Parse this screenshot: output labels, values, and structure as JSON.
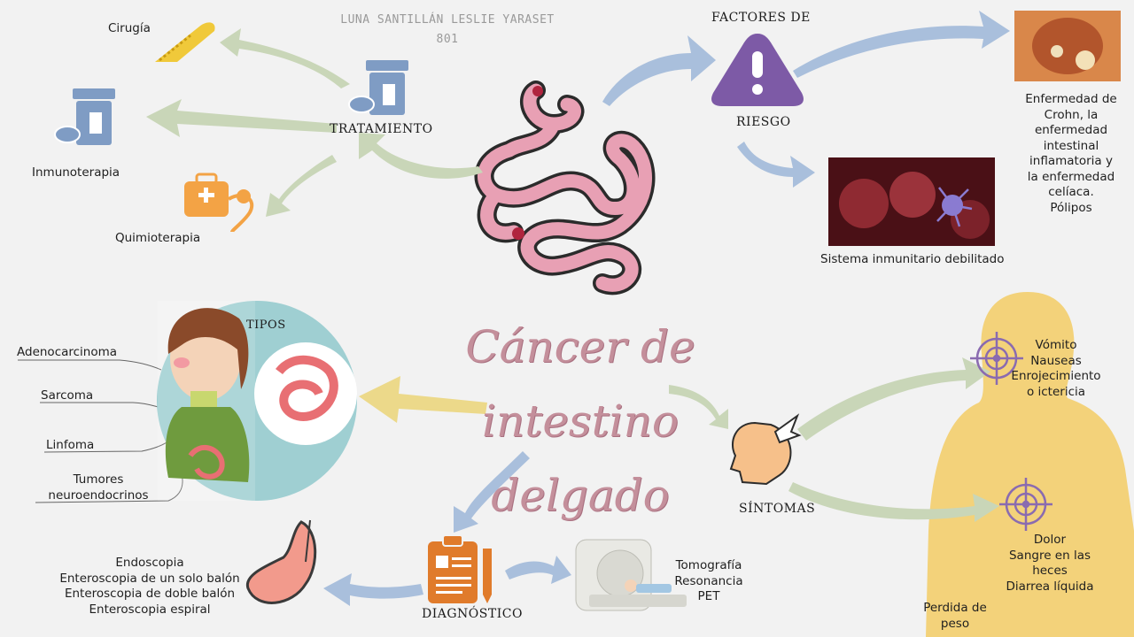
{
  "author": {
    "name": "LUNA SANTILLÁN LESLIE YARASET",
    "group": "801"
  },
  "title": {
    "line1": "Cáncer de intestino",
    "line2": "delgado"
  },
  "branches": {
    "tratamiento": {
      "label": "TRATAMIENTO",
      "items": [
        "Cirugía",
        "Inmunoterapia",
        "Quimioterapia"
      ]
    },
    "factores": {
      "label_line1": "FACTORES DE",
      "label_line2": "RIESGO",
      "items": [
        "Enfermedad de Crohn, la enfermedad intestinal inflamatoria y la enfermedad celíaca. Pólipos",
        "Sistema inmunitario debilitado"
      ],
      "crohn_lines": [
        "Enfermedad de",
        "Crohn, la",
        "enfermedad",
        "intestinal",
        "inflamatoria y",
        "la enfermedad",
        "celíaca.",
        "Pólipos"
      ]
    },
    "tipos": {
      "label": "TIPOS",
      "items": [
        "Adenocarcinoma",
        "Sarcoma",
        "Linfoma",
        "Tumores neuroendocrinos"
      ],
      "neuro_lines": [
        "Tumores",
        "neuroendocrinos"
      ]
    },
    "sintomas": {
      "label": "SÍNTOMAS",
      "group1": [
        "Vómito",
        "Nauseas",
        "Enrojecimiento",
        "o ictericia"
      ],
      "group2": [
        "Dolor",
        "Sangre en las",
        "heces",
        "Diarrea líquida"
      ],
      "group3": [
        "Perdida de",
        "peso"
      ]
    },
    "diagnostico": {
      "label": "DIAGNÓSTICO",
      "endoscopy": [
        "Endoscopia",
        "Enteroscopia de un solo balón",
        "Enteroscopia de doble balón",
        "Enteroscopia espiral"
      ],
      "imaging": [
        "Tomografía",
        "Resonancia",
        "PET"
      ]
    }
  },
  "colors": {
    "title": "#c48f9b",
    "arrow_green": "#c9d6b8",
    "arrow_blue": "#a9bfdc",
    "arrow_yellow": "#ecd98a",
    "warning": "#7d5aa6",
    "intestine": "#e8a0b4",
    "body": "#f3d27a",
    "pill": "#7f9cc4"
  }
}
